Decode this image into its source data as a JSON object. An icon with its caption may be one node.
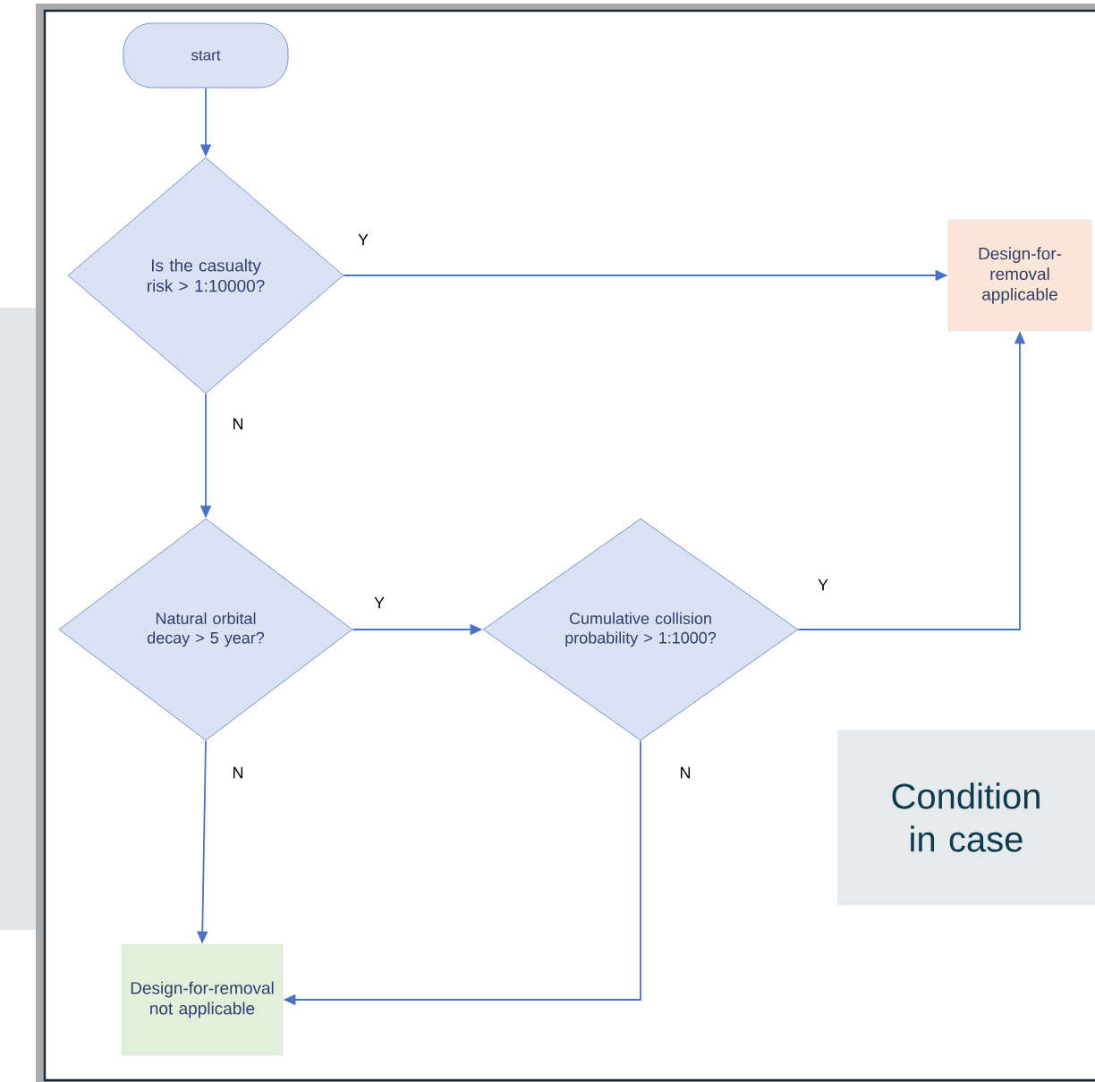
{
  "diagram": {
    "nodes": [
      {
        "text": [
          "start"
        ]
      },
      {
        "text": [
          "Is the casualty risk > 1:10000?"
        ]
      },
      {
        "text": [
          "Design-for-removal applicable"
        ]
      },
      {
        "text": [
          "Natural orbital decay > 5 year?"
        ]
      },
      {
        "text": [
          "Cumulative collision probability > 1:1000?"
        ]
      },
      {
        "text": [
          "Design-for-removal not applicable"
        ]
      },
      {
        "text": [
          "Condition in case"
        ]
      }
    ],
    "edges": [
      {
        "from": 0,
        "to": 1,
        "arrow": "to"
      },
      {
        "from": 1,
        "to": 2,
        "arrow": "to",
        "label": "Y"
      },
      {
        "from": 1,
        "to": 3,
        "arrow": "to",
        "label": "N"
      },
      {
        "from": 3,
        "to": 4,
        "arrow": "to",
        "label": "Y"
      },
      {
        "from": 4,
        "to": 2,
        "arrow": "to",
        "label": "Y"
      },
      {
        "from": 3,
        "to": 5,
        "arrow": "to",
        "label": "N"
      },
      {
        "from": 4,
        "to": 5,
        "arrow": "to",
        "label": "N"
      }
    ]
  }
}
